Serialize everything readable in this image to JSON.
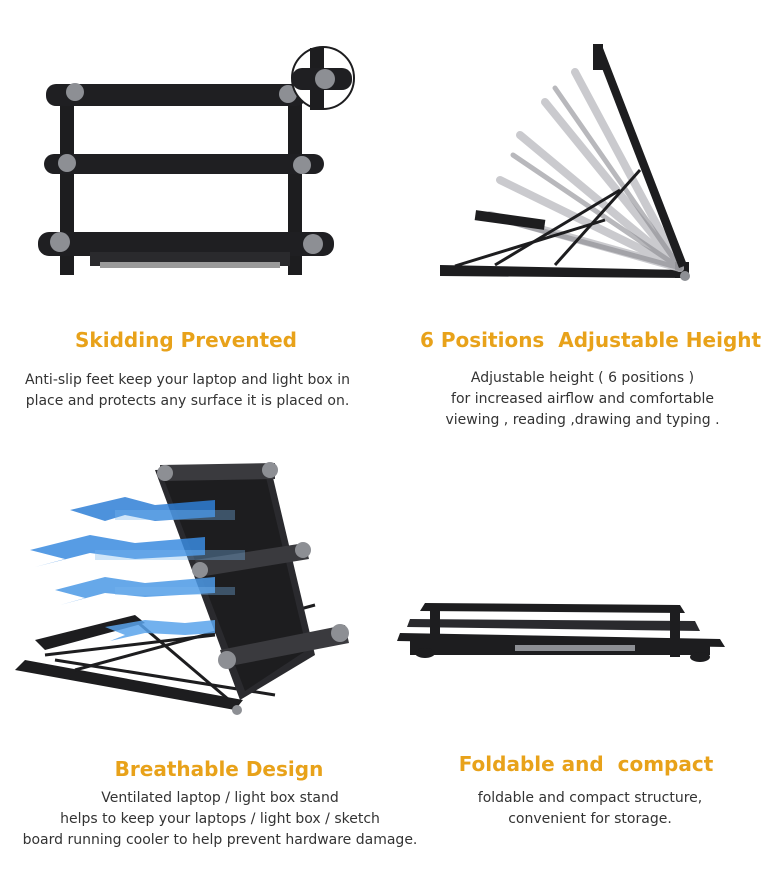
{
  "colors": {
    "heading": "#e8a21a",
    "body_text": "#333333",
    "frame": "#1d1d1f",
    "pad": "#8d8f94",
    "airflow": "#2f7fd6"
  },
  "features": [
    {
      "title": "Skidding Prevented",
      "lines": [
        "Anti-slip feet keep your laptop and light box in",
        "place and protects any surface it is placed on."
      ],
      "icon": "flat-stand-top-view-with-zoom-inset"
    },
    {
      "title": "6 Positions  Adjustable Height",
      "lines": [
        "Adjustable height ( 6 positions )",
        "for increased airflow and comfortable",
        "viewing , reading ,drawing and typing ."
      ],
      "icon": "stand-angle-positions-side-view"
    },
    {
      "title": "Breathable Design",
      "lines": [
        "Ventilated laptop / light box stand",
        "helps to keep your laptops / light box / sketch",
        "board running cooler to help prevent hardware damage."
      ],
      "icon": "raised-stand-with-airflow-arrows"
    },
    {
      "title": "Foldable and  compact",
      "lines": [
        "foldable and compact structure,",
        "convenient for storage."
      ],
      "icon": "folded-stand-flat"
    }
  ]
}
